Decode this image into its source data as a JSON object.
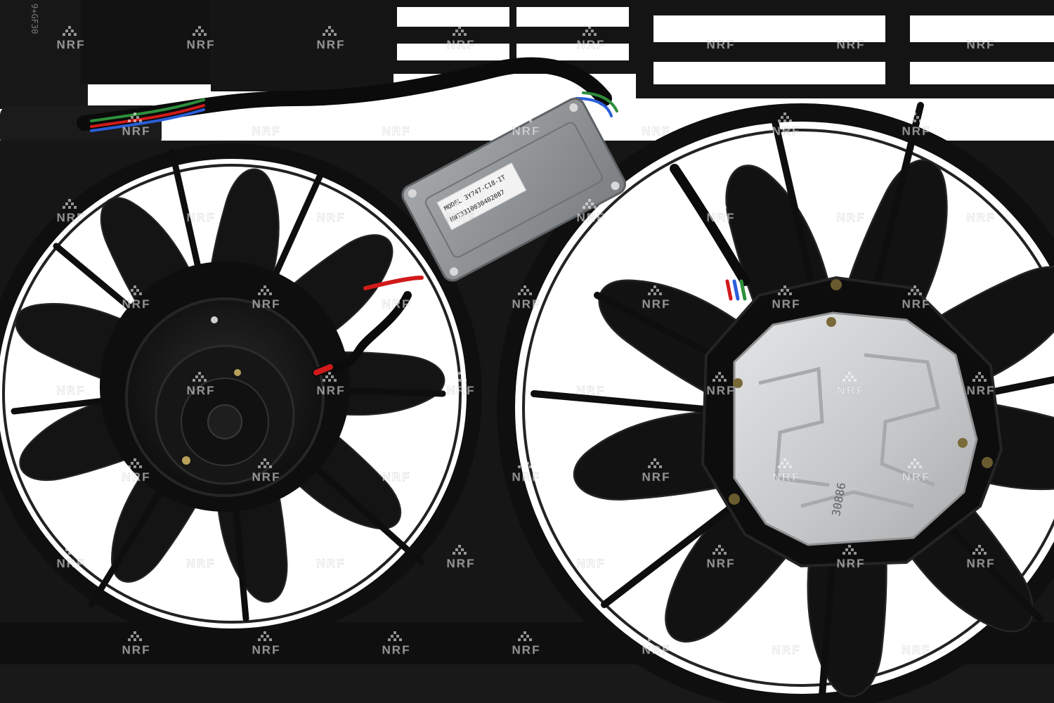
{
  "scene": {
    "subject": "electric-radiator-fan-assembly",
    "colors": {
      "background": "#ffffff",
      "plastic": "#151515",
      "plastic_highlight": "#2b2b2b",
      "module_gray": "#8e9194",
      "motor_cover": "#c9cbcd",
      "wire_red": "#d11a1a",
      "wire_blue": "#2b5fd9",
      "wire_green": "#2e8f3c"
    }
  },
  "control_module": {
    "line1": "MODEL 3Y747-C18-IT",
    "line2": "NNT3310030402087"
  },
  "motor_cover": {
    "code": "30886"
  },
  "housing_text": {
    "top_left": "9+GF30"
  },
  "watermark": {
    "text": "NRF",
    "icon": "nrf-logo-icon"
  }
}
